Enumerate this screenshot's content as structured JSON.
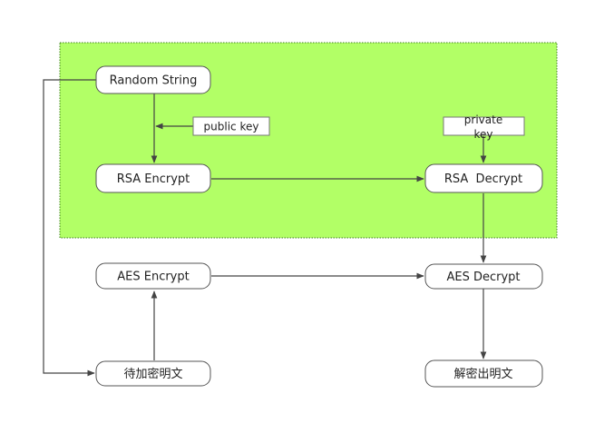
{
  "colors": {
    "region_fill": "#b2ff66",
    "region_border": "#3f7f1f",
    "node_fill": "#ffffff",
    "node_border": "#555555",
    "edge": "#444444"
  },
  "nodes": {
    "random_string": "Random String",
    "rsa_encrypt": "RSA Encrypt",
    "rsa_decrypt": "RSA  Decrypt",
    "aes_encrypt": "AES Encrypt",
    "aes_decrypt": "AES Decrypt",
    "plaintext_to_encrypt": "待加密明文",
    "decrypted_plaintext": "解密出明文"
  },
  "labels": {
    "public_key": "public key",
    "private_key_line1": "private",
    "private_key_line2": "key"
  }
}
